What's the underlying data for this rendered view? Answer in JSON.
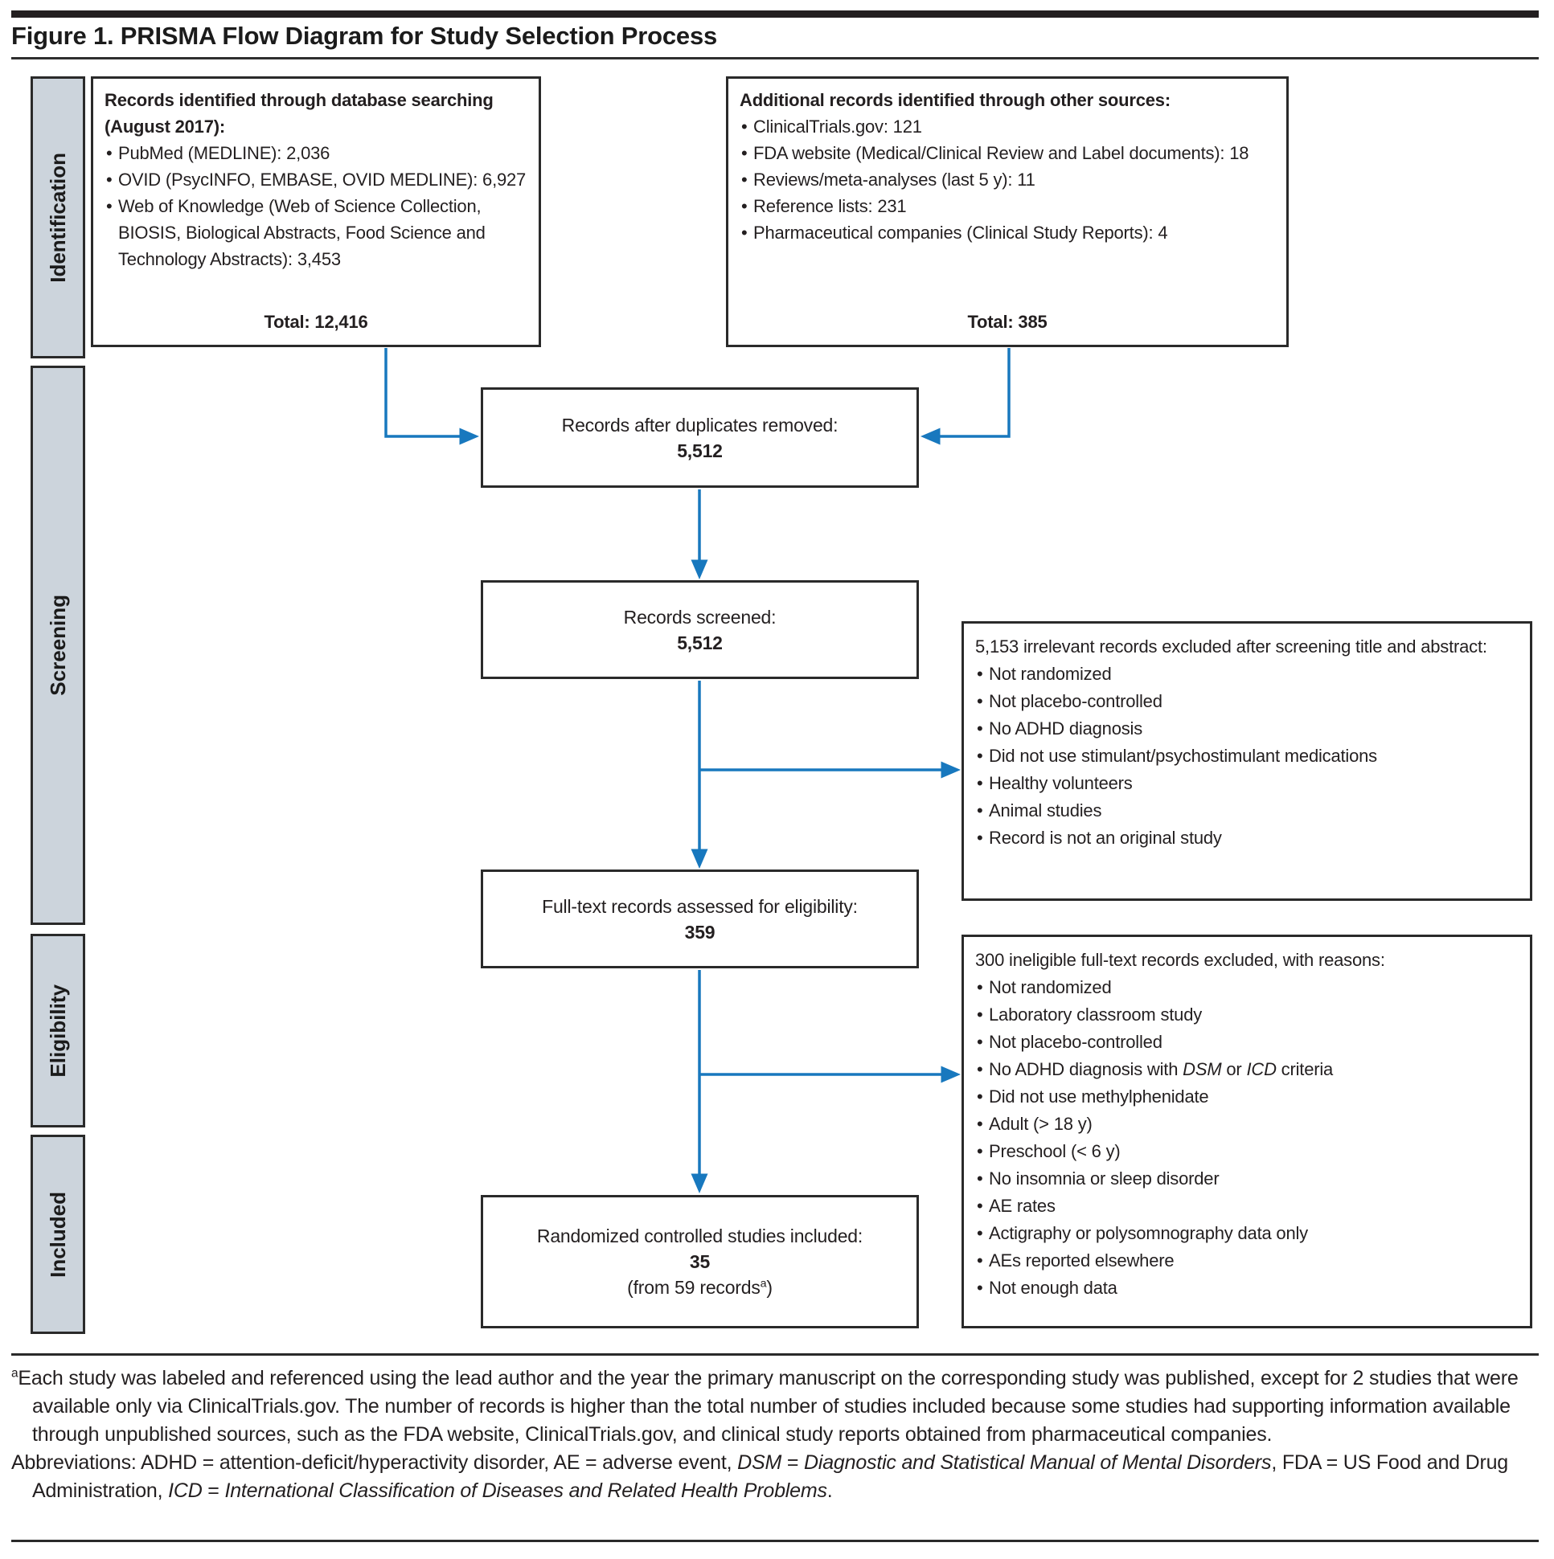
{
  "title": "Figure 1. PRISMA Flow Diagram for Study Selection Process",
  "colors": {
    "arrow": "#1878be",
    "border": "#2a2a2a",
    "stage_fill": "#ccd4dc",
    "text": "#231f20"
  },
  "stages": {
    "identification": "Identification",
    "screening": "Screening",
    "eligibility": "Eligibility",
    "included": "Included"
  },
  "boxes": {
    "database_search": {
      "title": "Records identified through database searching (August 2017):",
      "items": [
        "PubMed (MEDLINE): 2,036",
        "OVID (PsycINFO, EMBASE, OVID MEDLINE): 6,927",
        "Web of Knowledge (Web of Science Collection, BIOSIS, Biological Abstracts, Food Science and Technology Abstracts): 3,453"
      ],
      "total": "Total: 12,416"
    },
    "other_sources": {
      "title": "Additional records identified through other sources:",
      "items": [
        "ClinicalTrials.gov: 121",
        "FDA website (Medical/Clinical Review and Label documents): 18",
        "Reviews/meta-analyses (last 5 y): 11",
        "Reference lists: 231",
        "Pharmaceutical companies (Clinical Study Reports): 4"
      ],
      "total": "Total: 385"
    },
    "duplicates_removed": {
      "label": "Records after duplicates removed:",
      "value": "5,512"
    },
    "records_screened": {
      "label": "Records screened:",
      "value": "5,512"
    },
    "fulltext_assessed": {
      "label": "Full-text records assessed for eligibility:",
      "value": "359"
    },
    "studies_included": {
      "label": "Randomized controlled studies included:",
      "value": "35",
      "note": [
        {
          "t": "(from 59 records"
        },
        {
          "t": "a",
          "sup": true
        },
        {
          "t": ")"
        }
      ]
    },
    "excluded_screening": {
      "title": "5,153 irrelevant records excluded after screening title and abstract:",
      "items": [
        "Not randomized",
        "Not placebo-controlled",
        "No ADHD diagnosis",
        "Did not use stimulant/psychostimulant medications",
        "Healthy volunteers",
        "Animal studies",
        "Record is not an original study"
      ]
    },
    "excluded_fulltext": {
      "title": "300 ineligible full-text records excluded, with reasons:",
      "items": [
        "Not randomized",
        "Laboratory classroom study",
        "Not placebo-controlled",
        [
          {
            "t": "No ADHD diagnosis with "
          },
          {
            "t": "DSM",
            "i": true
          },
          {
            "t": " or "
          },
          {
            "t": "ICD",
            "i": true
          },
          {
            "t": " criteria"
          }
        ],
        "Did not use methylphenidate",
        "Adult (> 18 y)",
        "Preschool (< 6 y)",
        "No insomnia or sleep disorder",
        "AE rates",
        "Actigraphy or polysomnography data only",
        "AEs reported elsewhere",
        "Not enough data"
      ]
    }
  },
  "footer": {
    "footnote": [
      {
        "t": "a",
        "sup": true
      },
      {
        "t": "Each study was labeled and referenced using the lead author and the year the primary manuscript on the corresponding study was published, except for 2 studies that were available only via ClinicalTrials.gov. The number of records is higher than the total number of studies included because some studies had supporting information available through unpublished sources, such as the FDA website, ClinicalTrials.gov, and clinical study reports obtained from pharmaceutical companies."
      }
    ],
    "abbreviations": [
      {
        "t": "Abbreviations: ADHD = attention-deficit/hyperactivity disorder, AE = adverse event, "
      },
      {
        "t": "DSM",
        "i": true
      },
      {
        "t": " = "
      },
      {
        "t": "Diagnostic and Statistical Manual of Mental Disorders",
        "i": true
      },
      {
        "t": ", FDA = US Food and Drug Administration, "
      },
      {
        "t": "ICD",
        "i": true
      },
      {
        "t": " = "
      },
      {
        "t": "International Classification of Diseases and Related Health Problems",
        "i": true
      },
      {
        "t": "."
      }
    ]
  }
}
